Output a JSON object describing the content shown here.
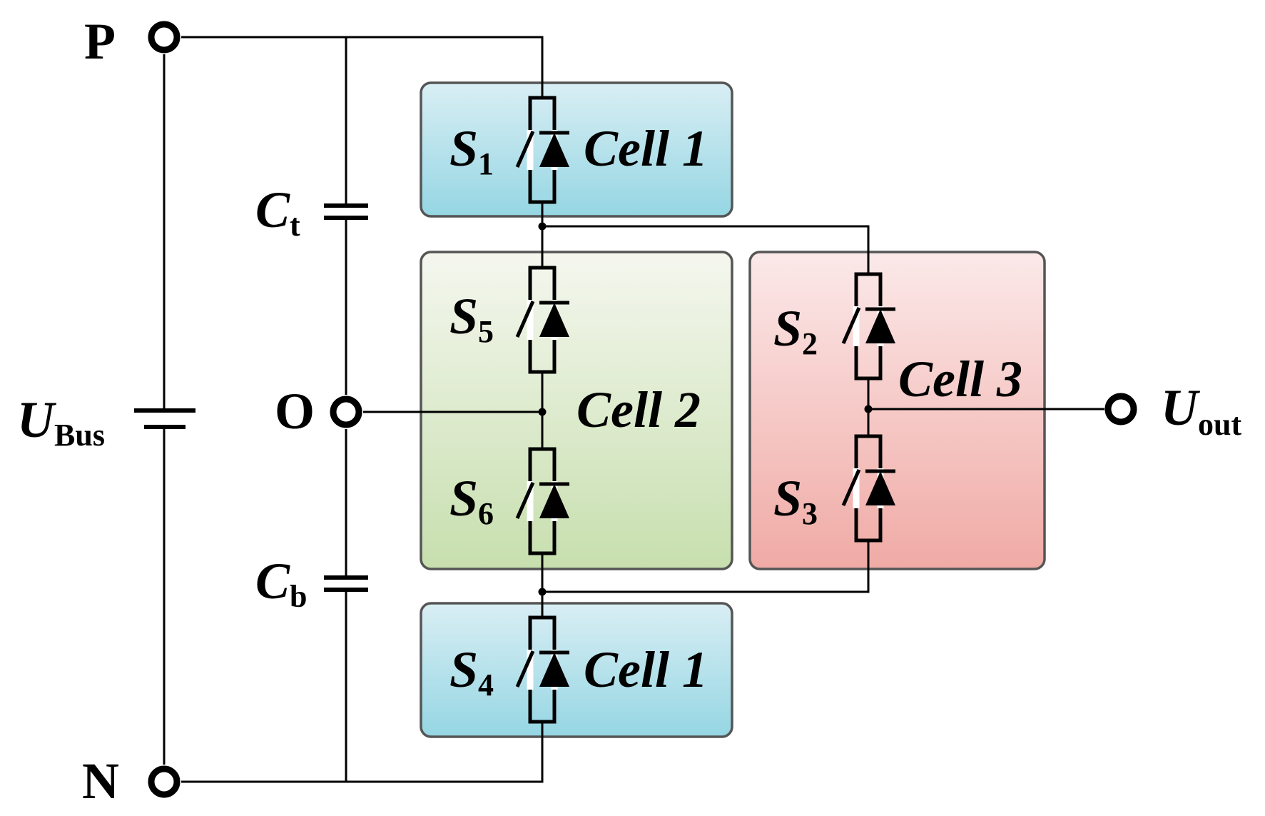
{
  "terminals": {
    "p": "P",
    "n": "N",
    "o": "O"
  },
  "bus": {
    "main": "U",
    "sub": "Bus"
  },
  "output": {
    "main": "U",
    "sub": "out"
  },
  "capacitors": {
    "top": {
      "main": "C",
      "sub": "t"
    },
    "bottom": {
      "main": "C",
      "sub": "b"
    }
  },
  "switches": {
    "s1": {
      "main": "S",
      "sub": "1"
    },
    "s2": {
      "main": "S",
      "sub": "2"
    },
    "s3": {
      "main": "S",
      "sub": "3"
    },
    "s4": {
      "main": "S",
      "sub": "4"
    },
    "s5": {
      "main": "S",
      "sub": "5"
    },
    "s6": {
      "main": "S",
      "sub": "6"
    }
  },
  "cells": {
    "top": "Cell 1",
    "middle": "Cell 2",
    "right": "Cell 3",
    "bottom": "Cell 1"
  },
  "colors": {
    "cell1_top": "#d9eef4",
    "cell1_bottom": "#95d6e3",
    "cell2_top": "#f5f7ef",
    "cell2_bottom": "#c7dfae",
    "cell3_top": "#fbe9e9",
    "cell3_bottom": "#f0aaa5",
    "wire": "#000000"
  }
}
